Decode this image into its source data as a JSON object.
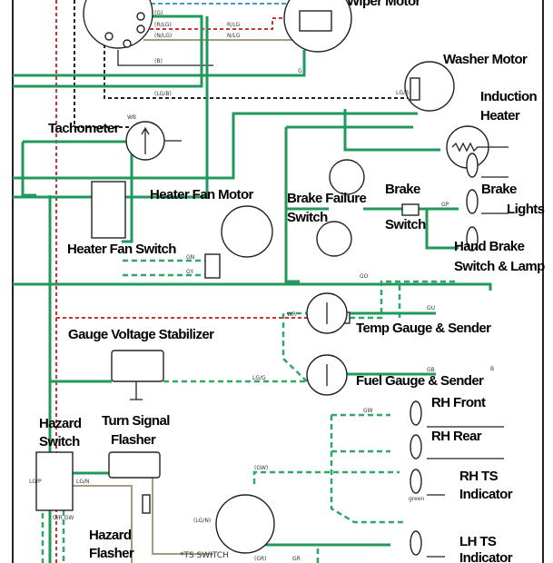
{
  "labels": {
    "wiper_motor": "Wiper Motor",
    "washer_motor": "Washer Motor",
    "induction_heater_1": "Induction",
    "induction_heater_2": "Heater",
    "tachometer": "Tachometer",
    "heater_fan_motor": "Heater Fan Motor",
    "heater_fan_switch": "Heater Fan Switch",
    "brake_failure_1": "Brake Failure",
    "brake_failure_2": "Switch",
    "brake_switch_1": "Brake",
    "brake_switch_2": "Switch",
    "brake_lights_1": "Brake",
    "brake_lights_2": "Lights",
    "hand_brake_1": "Hand Brake",
    "hand_brake_2": "Switch & Lamp",
    "gauge_stabilizer": "Gauge Voltage Stabilizer",
    "temp_gauge": "Temp Gauge & Sender",
    "fuel_gauge": "Fuel Gauge & Sender",
    "rh_front": "RH Front",
    "rh_rear": "RH Rear",
    "rh_ts_1": "RH TS",
    "rh_ts_2": "Indicator",
    "lh_ts_1": "LH TS",
    "lh_ts_2": "Indicator",
    "hazard_switch_1": "Hazard",
    "hazard_switch_2": "Switch",
    "turn_flasher_1": "Turn Signal",
    "turn_flasher_2": "Flasher",
    "hazard_flasher_1": "Hazard",
    "hazard_flasher_2": "Flasher",
    "ts_switch": "*TS SWITCH"
  },
  "wire_codes": {
    "c_g": "(G)",
    "c_rlg": "(R/LG)",
    "c_nlg": "(N/LG)",
    "c_b": "(B)",
    "c_lgb": "(LG/B)",
    "rlg": "R/LG",
    "nlg": "N/LG",
    "g": "G",
    "lgb": "LG/B",
    "wb": "WB",
    "gn": "GN",
    "gy": "GY",
    "gp": "GP",
    "go": "GO",
    "wr": "WR",
    "lgg": "LG/G",
    "gu": "GU",
    "gb": "GB",
    "b": "B",
    "gw": "GW",
    "lgp": "LG/P",
    "lgn": "LG/N",
    "grgw": "G/R GW",
    "cgw": "(GW)",
    "clgn": "(LG/N)",
    "cgr": "(GR)",
    "gr": "GR",
    "green": "green"
  },
  "colors": {
    "green_wire": "#1f9a5a",
    "red_wire": "#cc3333",
    "blue_wire": "#3a9fd0",
    "black_wire": "#222222"
  }
}
